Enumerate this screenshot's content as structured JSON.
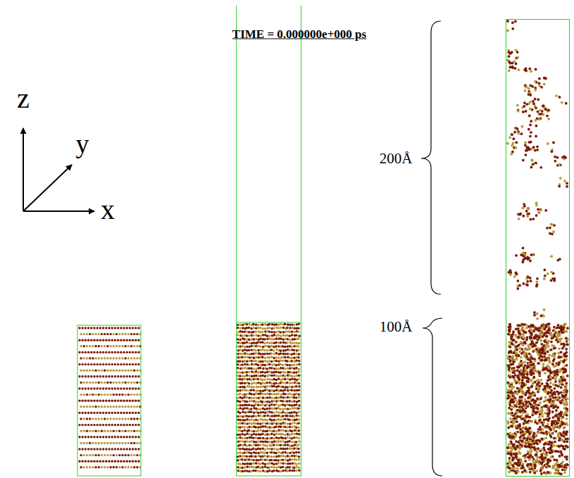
{
  "diagram": {
    "labels": [
      "TIME = 0.000000e+000 ps",
      "z",
      "y",
      "x",
      "200Å",
      "100Å"
    ]
  }
}
